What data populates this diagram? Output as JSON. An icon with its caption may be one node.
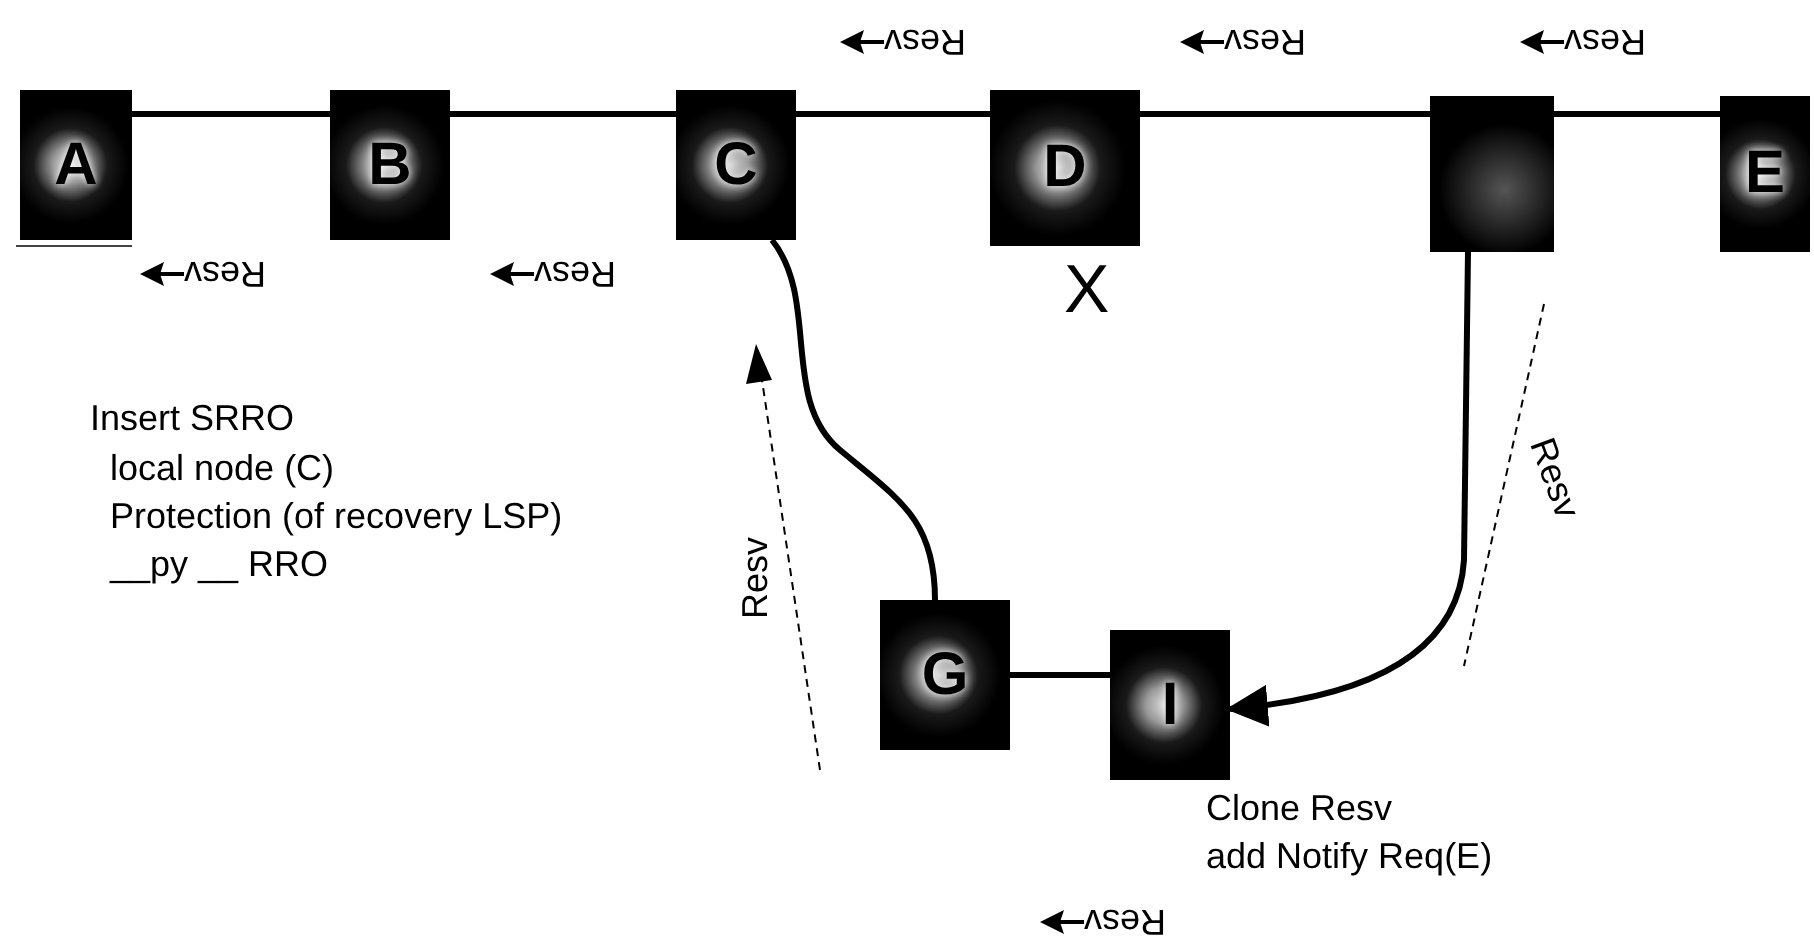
{
  "diagram": {
    "nodes": [
      {
        "text": [
          "A"
        ]
      },
      {
        "text": [
          "B"
        ]
      },
      {
        "text": [
          "C"
        ]
      },
      {
        "text": [
          "D"
        ]
      },
      {
        "text": [],
        "shape": "box"
      },
      {
        "text": [
          "E"
        ]
      },
      {
        "text": [
          "G"
        ]
      },
      {
        "text": [
          "I"
        ],
        "beside": [
          "Clone Resv",
          "add Notify Req(E)"
        ]
      }
    ],
    "edges": [
      {
        "from": 0,
        "to": 1,
        "arrow": "none"
      },
      {
        "from": 1,
        "to": 2,
        "arrow": "none"
      },
      {
        "from": 2,
        "to": 3,
        "arrow": "none"
      },
      {
        "from": 3,
        "to": 4,
        "arrow": "none"
      },
      {
        "from": 4,
        "to": 5,
        "arrow": "none"
      },
      {
        "from": 2,
        "to": 6,
        "arrow": "none"
      },
      {
        "from": 6,
        "to": 7,
        "arrow": "none"
      },
      {
        "from": 4,
        "to": 7,
        "arrow": "to"
      }
    ],
    "labels": [
      "Resv",
      "Resv",
      "Resv",
      "Resv",
      "Resv",
      "X",
      "Insert SRRO",
      "local node (C)",
      "Protection (of recovery LSP)",
      "__py __ RRO",
      "Resv",
      "Resv",
      "Resv"
    ]
  }
}
